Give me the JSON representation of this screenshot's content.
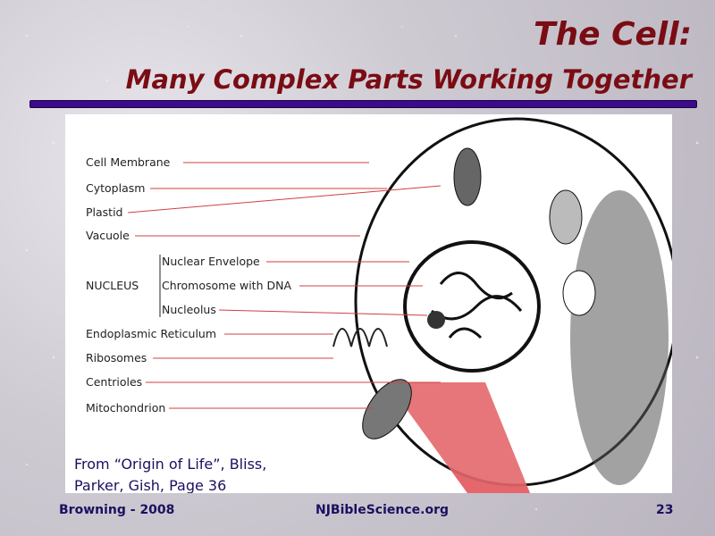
{
  "slide": {
    "title": "The Cell:",
    "subtitle": "Many Complex Parts Working Together",
    "figure": {
      "labels": [
        "Cell Membrane",
        "Cytoplasm",
        "Plastid",
        "Vacuole",
        "Nuclear Envelope",
        "NUCLEUS",
        "Chromosome with DNA",
        "Nucleolus",
        "Endoplasmic Reticulum",
        "Ribosomes",
        "Centrioles",
        "Mitochondrion"
      ],
      "caption_line1": "From “Origin of Life”, Bliss,",
      "caption_line2": "Parker, Gish, Page 36"
    },
    "footer": {
      "left": "Browning - 2008",
      "center": "NJBibleScience.org",
      "page": "23"
    },
    "colors": {
      "title": "#7a0c14",
      "rule": "#3d0a8c",
      "footer": "#1a1060",
      "leader": "#d04040"
    }
  }
}
